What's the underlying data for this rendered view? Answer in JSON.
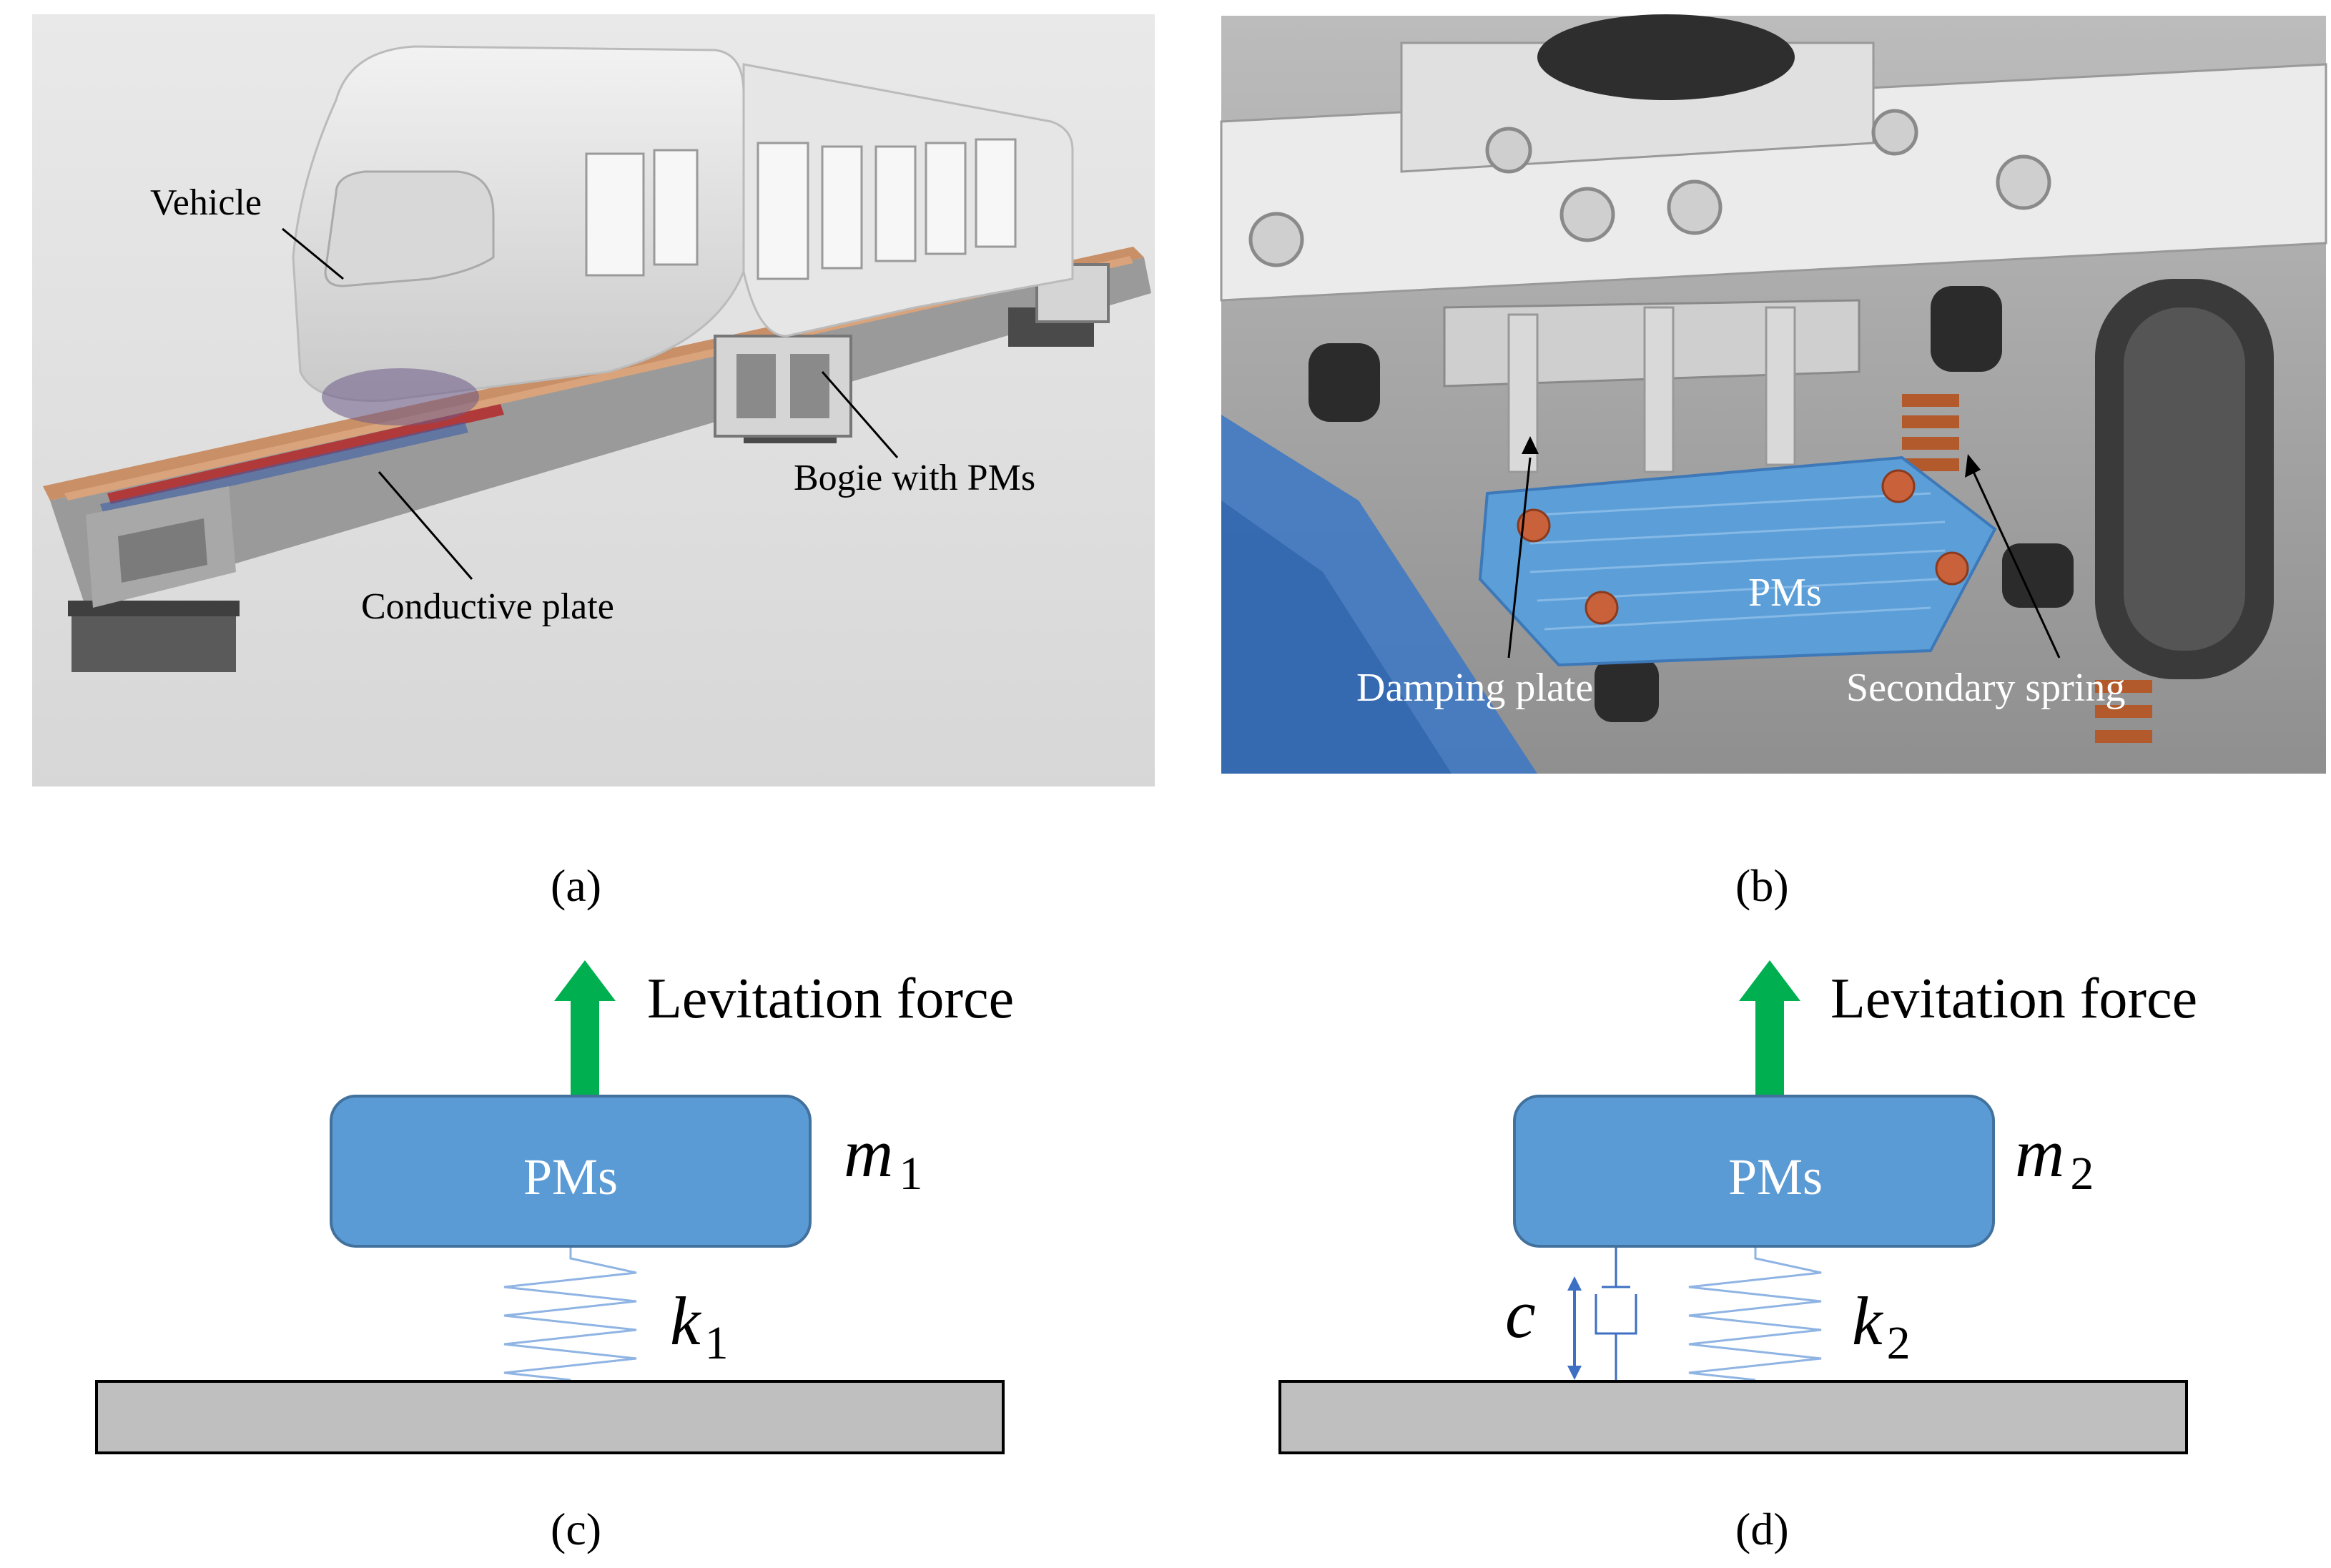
{
  "panels": {
    "a": {
      "caption": "(a)",
      "labels": {
        "vehicle": "Vehicle",
        "bogie": "Bogie with PMs",
        "plate": "Conductive plate"
      }
    },
    "b": {
      "caption": "(b)",
      "labels": {
        "pms": "PMs",
        "damping": "Damping plate",
        "spring": "Secondary spring"
      }
    },
    "c": {
      "caption": "(c)",
      "force_label": "Levitation force",
      "mass_label": "PMs",
      "mass_symbol": "m",
      "mass_sub": "1",
      "spring_symbol": "k",
      "spring_sub": "1"
    },
    "d": {
      "caption": "(d)",
      "force_label": "Levitation force",
      "mass_label": "PMs",
      "mass_symbol": "m",
      "mass_sub": "2",
      "spring_symbol": "k",
      "spring_sub": "2",
      "damper_symbol": "c"
    }
  },
  "colors": {
    "pm_blue": "#5b9bd5",
    "arrow_green": "#00b050",
    "ground_gray": "#bfbfbf",
    "spring_blue": "#8fb4e3"
  }
}
